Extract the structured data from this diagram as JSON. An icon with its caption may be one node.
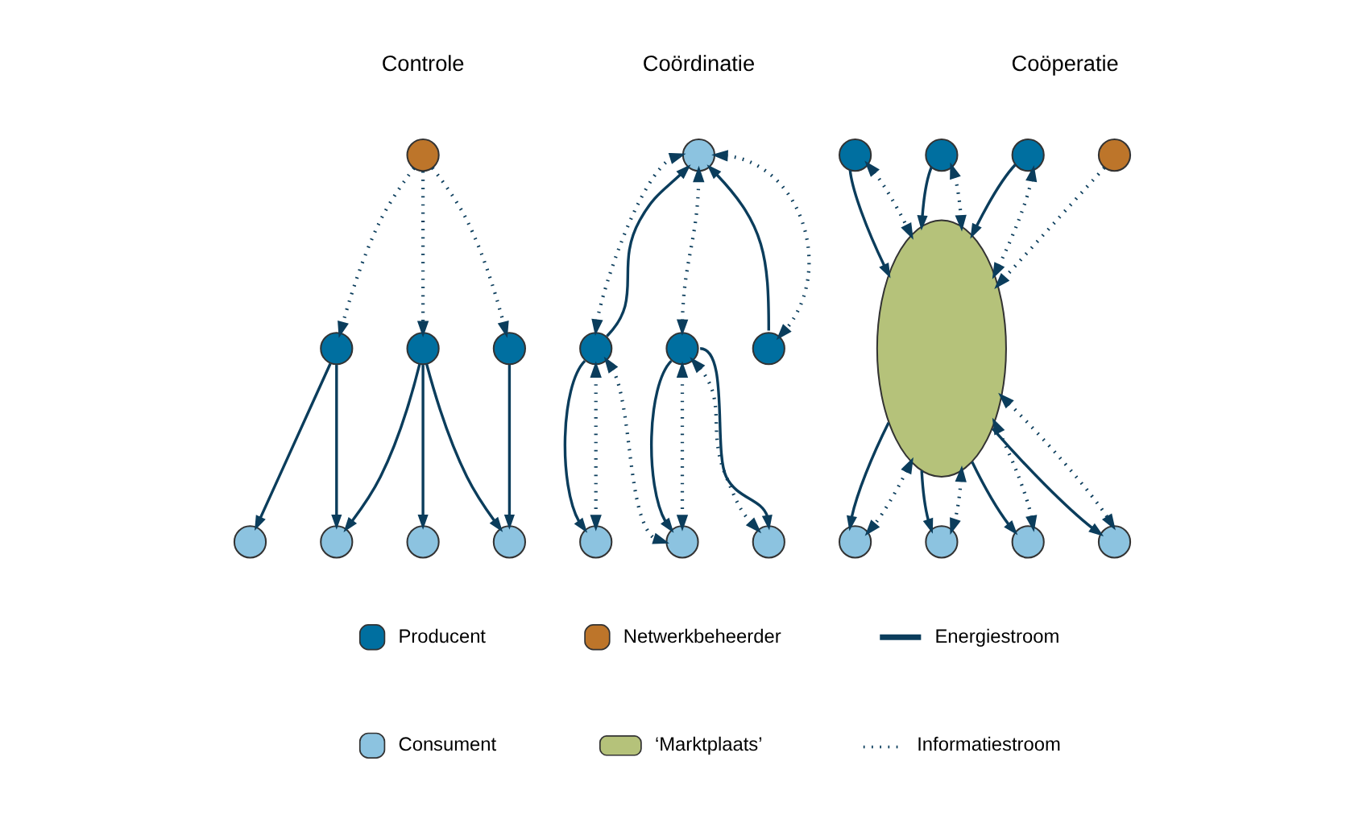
{
  "diagram": {
    "nodes": [
      {
        "text": [],
        "shape": "circle"
      },
      {
        "text": [],
        "shape": "circle"
      },
      {
        "text": [],
        "shape": "circle"
      },
      {
        "text": [],
        "shape": "circle"
      },
      {
        "text": [],
        "shape": "circle"
      },
      {
        "text": [],
        "shape": "circle"
      },
      {
        "text": [],
        "shape": "circle"
      },
      {
        "text": [],
        "shape": "circle"
      },
      {
        "text": [],
        "shape": "circle"
      },
      {
        "text": [],
        "shape": "circle"
      },
      {
        "text": [],
        "shape": "circle"
      },
      {
        "text": [],
        "shape": "circle"
      },
      {
        "text": [],
        "shape": "circle"
      },
      {
        "text": [],
        "shape": "circle"
      },
      {
        "text": [],
        "shape": "circle"
      },
      {
        "text": [],
        "shape": "circle"
      },
      {
        "text": [],
        "shape": "circle"
      },
      {
        "text": [],
        "shape": "circle"
      },
      {
        "text": [],
        "shape": "ellipse"
      },
      {
        "text": [],
        "shape": "circle"
      },
      {
        "text": [],
        "shape": "circle"
      },
      {
        "text": [],
        "shape": "circle"
      },
      {
        "text": [],
        "shape": "circle"
      },
      {
        "text": [],
        "shape": "circle"
      }
    ],
    "edges": [
      {
        "from": 0,
        "to": 1,
        "arrow": "to",
        "style": "dashed"
      },
      {
        "from": 0,
        "to": 2,
        "arrow": "to",
        "style": "dashed"
      },
      {
        "from": 0,
        "to": 3,
        "arrow": "to",
        "style": "dashed"
      },
      {
        "from": 1,
        "to": 4,
        "arrow": "to"
      },
      {
        "from": 1,
        "to": 7,
        "arrow": "to"
      },
      {
        "from": 2,
        "to": 5,
        "arrow": "to"
      },
      {
        "from": 2,
        "to": 7,
        "arrow": "to"
      },
      {
        "from": 2,
        "to": 6,
        "arrow": "to"
      },
      {
        "from": 3,
        "to": 6,
        "arrow": "to"
      },
      {
        "from": 9,
        "to": 8,
        "arrow": "to"
      },
      {
        "from": 9,
        "to": 8,
        "arrow": "both",
        "style": "dashed"
      },
      {
        "from": 10,
        "to": 8,
        "arrow": "to"
      },
      {
        "from": 8,
        "to": 10,
        "arrow": "both",
        "style": "dashed"
      },
      {
        "from": 8,
        "to": 12,
        "arrow": "both",
        "style": "dashed"
      },
      {
        "from": 9,
        "to": 13,
        "arrow": "to"
      },
      {
        "from": 9,
        "to": 13,
        "arrow": "both",
        "style": "dashed"
      },
      {
        "from": 9,
        "to": 14,
        "arrow": "both",
        "style": "dashed"
      },
      {
        "from": 12,
        "to": 11,
        "arrow": "to"
      },
      {
        "from": 12,
        "to": 11,
        "arrow": "both",
        "style": "dashed"
      },
      {
        "from": 12,
        "to": 14,
        "arrow": "to"
      },
      {
        "from": 12,
        "to": 14,
        "arrow": "both",
        "style": "dashed"
      },
      {
        "from": 15,
        "to": 18,
        "arrow": "to",
        "style": "dashed"
      },
      {
        "from": 16,
        "to": 18,
        "arrow": "to"
      },
      {
        "from": 16,
        "to": 18,
        "arrow": "both",
        "style": "dashed"
      },
      {
        "from": 18,
        "to": 17,
        "arrow": "to"
      },
      {
        "from": 18,
        "to": 17,
        "arrow": "both",
        "style": "dashed"
      },
      {
        "from": 19,
        "to": 18,
        "arrow": "to"
      },
      {
        "from": 19,
        "to": 18,
        "arrow": "both",
        "style": "dashed"
      },
      {
        "from": 18,
        "to": 20,
        "arrow": "to"
      },
      {
        "from": 18,
        "to": 20,
        "arrow": "both",
        "style": "dashed"
      },
      {
        "from": 18,
        "to": 21,
        "arrow": "to"
      },
      {
        "from": 18,
        "to": 21,
        "arrow": "both",
        "style": "dashed"
      },
      {
        "from": 22,
        "to": 18,
        "arrow": "to"
      },
      {
        "from": 22,
        "to": 18,
        "arrow": "both",
        "style": "dashed"
      },
      {
        "from": 18,
        "to": 23,
        "arrow": "to"
      },
      {
        "from": 18,
        "to": 23,
        "arrow": "both",
        "style": "dashed"
      }
    ],
    "labels": [
      "Controle",
      "Coördinatie",
      "Coöperatie"
    ],
    "legend": [
      {
        "text": "Producent"
      },
      {
        "text": "Consument"
      },
      {
        "text": "Netwerkbeheerder"
      },
      {
        "text": "‘Marktplaats’"
      },
      {
        "text": "Energiestroom"
      },
      {
        "text": "Informatiestroom"
      }
    ]
  }
}
